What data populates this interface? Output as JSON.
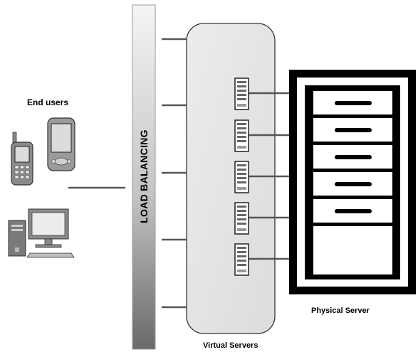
{
  "labels": {
    "end_users": "End users",
    "load_balancing": "LOAD BALANCING",
    "virtual_servers": "Virtual Servers",
    "physical_server": "Physical Server"
  },
  "counts": {
    "vm_servers": 5,
    "rack_drives": 5,
    "lb_outputs": 5
  },
  "colors": {
    "line": "#555555",
    "panel_fill": "#e6e6e6",
    "rack_frame": "#000000",
    "lb_gradient_top": "#f2f2f2",
    "lb_gradient_bottom": "#6e6e6e"
  },
  "icons": [
    "mobile-phone-icon",
    "pda-icon",
    "desktop-computer-icon",
    "server-icon",
    "server-rack-icon"
  ]
}
